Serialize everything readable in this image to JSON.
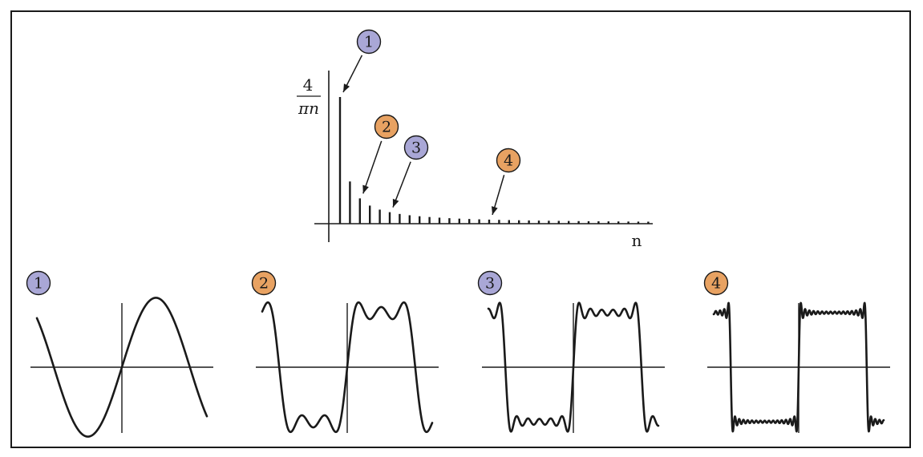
{
  "colors": {
    "ink": "#1a1a1a",
    "badge_purple": "#a9a7d6",
    "badge_orange": "#e8a262",
    "background": "#ffffff"
  },
  "chart_data": {
    "type": "bar",
    "y_label_numerator": "4",
    "y_label_denominator": "πn",
    "x_label": "n",
    "n_values": [
      1,
      3,
      5,
      7,
      9,
      11,
      13,
      15,
      17,
      19,
      21,
      23,
      25,
      27,
      29,
      31,
      33,
      35,
      37,
      39,
      41,
      43,
      45,
      47,
      49,
      51,
      53,
      55,
      57,
      59,
      61,
      63
    ],
    "amplitude_formula": "4/(πn)",
    "annotations": [
      {
        "label": "1",
        "color": "purple",
        "points_to_n": 1
      },
      {
        "label": "2",
        "color": "orange",
        "points_to_n": 5
      },
      {
        "label": "3",
        "color": "purple",
        "points_to_n": 11
      },
      {
        "label": "4",
        "color": "orange",
        "points_to_n": 31
      }
    ]
  },
  "panels": [
    {
      "label": "1",
      "color": "purple",
      "harmonics_max_n": 1
    },
    {
      "label": "2",
      "color": "orange",
      "harmonics_max_n": 5
    },
    {
      "label": "3",
      "color": "purple",
      "harmonics_max_n": 11
    },
    {
      "label": "4",
      "color": "orange",
      "harmonics_max_n": 31
    }
  ]
}
